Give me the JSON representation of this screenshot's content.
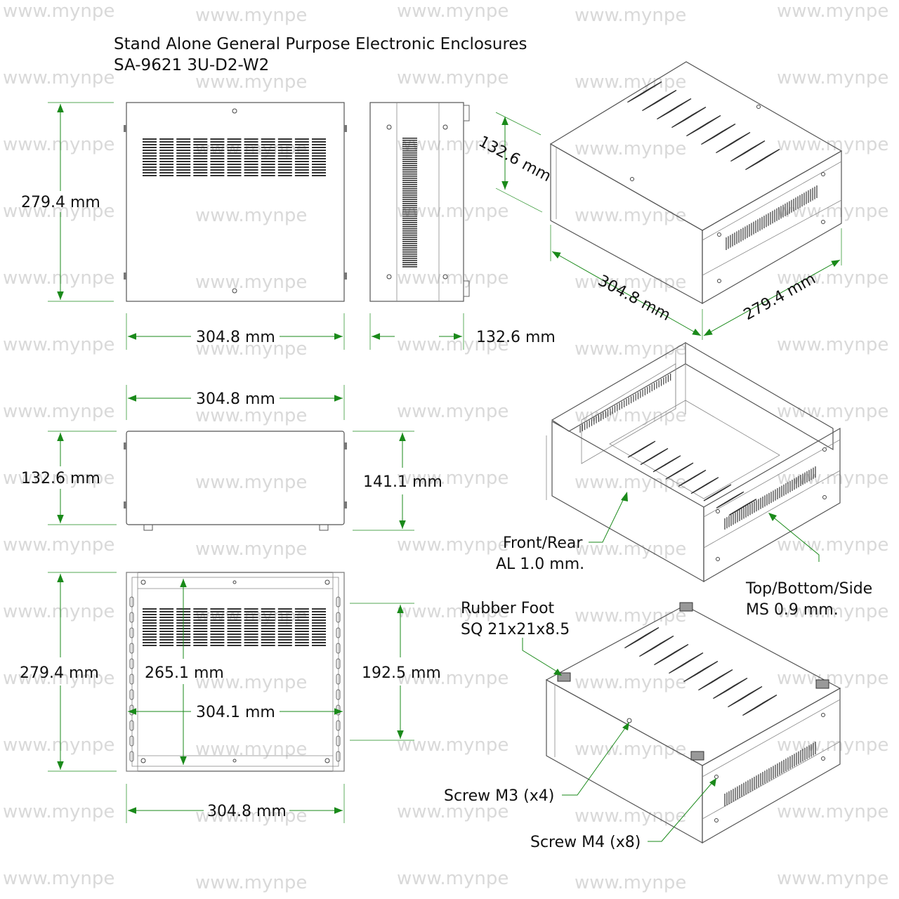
{
  "title": {
    "line1": "Stand Alone General Purpose Electronic Enclosures",
    "line2": "SA-9621 3U-D2-W2"
  },
  "watermark": "www.mynpe",
  "colors": {
    "dimension": "#1a8a1a",
    "outline": "#555555",
    "watermark": "#d9d9d9"
  },
  "dimensions": {
    "top_view_depth": "279.4 mm",
    "top_view_width": "304.8 mm",
    "side_view_height": "132.6 mm",
    "iso_height": "132.6 mm",
    "iso_width": "304.8 mm",
    "iso_depth": "279.4 mm",
    "front_width": "304.8 mm",
    "front_height": "132.6 mm",
    "front_height_with_feet": "141.1 mm",
    "bottom_depth": "279.4 mm",
    "bottom_inner_depth": "265.1 mm",
    "bottom_foot_spacing_y": "192.5 mm",
    "bottom_inner_width": "304.1 mm",
    "bottom_width": "304.8 mm"
  },
  "notes": {
    "front_rear_line1": "Front/Rear",
    "front_rear_line2": "AL 1.0 mm.",
    "top_bottom_line1": "Top/Bottom/Side",
    "top_bottom_line2": "MS 0.9 mm.",
    "rubber_foot_line1": "Rubber Foot",
    "rubber_foot_line2": "SQ 21x21x8.5",
    "screw_m3": "Screw M3 (x4)",
    "screw_m4": "Screw M4 (x8)"
  }
}
